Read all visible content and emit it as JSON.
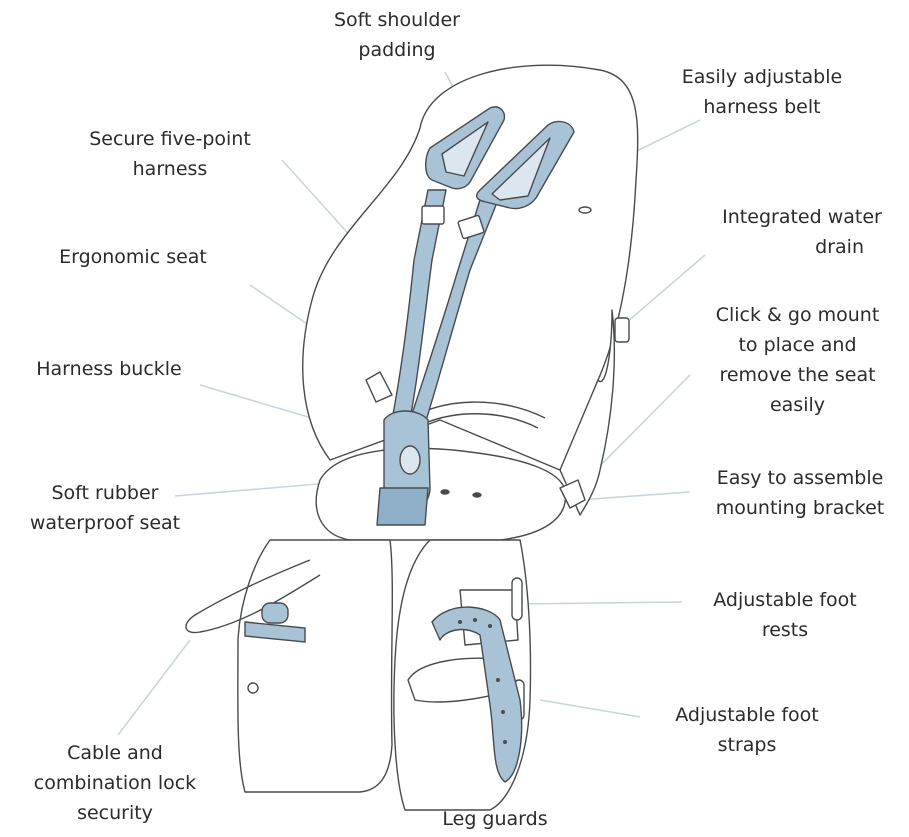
{
  "diagram": {
    "colors": {
      "outline": "#474b50",
      "harness_fill": "#a9c3d6",
      "harness_dark": "#8fb0c8",
      "leader_line": "#c9d5dd",
      "text": "#2b2b2b"
    },
    "labels": {
      "soft_shoulder_padding": [
        "Soft shoulder",
        "padding"
      ],
      "easily_adjustable_harness_belt": [
        "Easily adjustable",
        "harness belt"
      ],
      "secure_five_point_harness": [
        "Secure five-point",
        "harness"
      ],
      "integrated_water_drain": [
        "Integrated water",
        "drain"
      ],
      "ergonomic_seat": [
        "Ergonomic seat"
      ],
      "click_go_mount": [
        "Click & go mount",
        "to place and",
        "remove the seat",
        "easily"
      ],
      "harness_buckle": [
        "Harness buckle"
      ],
      "easy_to_assemble_bracket": [
        "Easy to assemble",
        "mounting bracket"
      ],
      "soft_rubber_waterproof_seat": [
        "Soft rubber",
        "waterproof seat"
      ],
      "adjustable_foot_rests": [
        "Adjustable foot",
        "rests"
      ],
      "adjustable_foot_straps": [
        "Adjustable foot",
        "straps"
      ],
      "cable_and_combination_lock": [
        "Cable and",
        "combination lock",
        "security"
      ],
      "leg_guards": [
        "Leg guards"
      ]
    }
  }
}
